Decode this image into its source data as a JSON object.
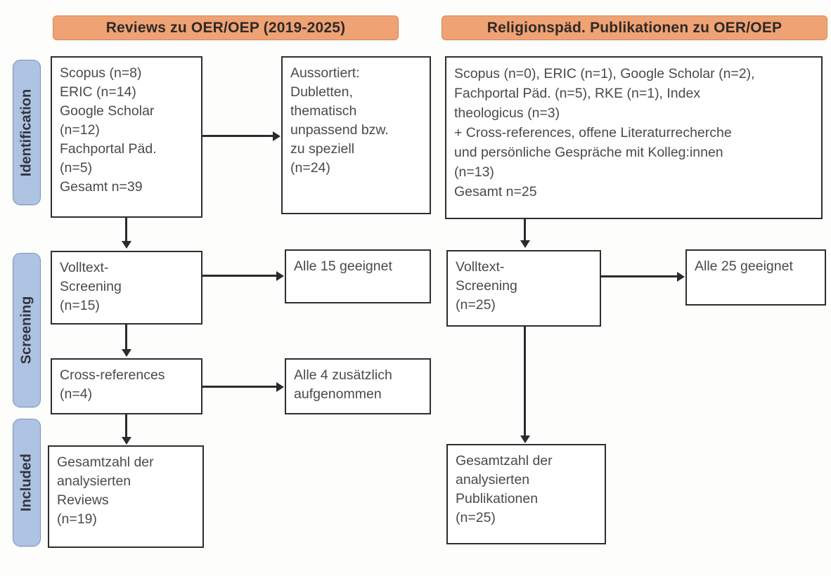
{
  "diagram": {
    "title": "PRISMA-Flussdiagramm Literaturrecherche OER/OEP",
    "colors": {
      "banner_fill": "#efa273",
      "banner_border": "#d98951",
      "pill_fill": "#aec2e2",
      "pill_border": "#7d93bd",
      "box_border": "#2e2e2e",
      "box_fill": "#ffffff",
      "text": "#4a4a4a",
      "connector": "#2b2b2b"
    }
  },
  "banners": {
    "left": "Reviews zu OER/OEP (2019-2025)",
    "right": "Religionspäd. Publikationen zu OER/OEP"
  },
  "stages": {
    "identification": "Identification",
    "screening": "Screening",
    "included": "Included"
  },
  "left_column": {
    "sources": "Scopus (n=8)\nERIC (n=14)\nGoogle Scholar\n(n=12)\nFachportal Päd.\n(n=5)\nGesamt n=39",
    "excluded": "Aussortiert:\nDubletten,\nthematisch\nunpassend bzw.\nzu speziell\n(n=24)",
    "fulltext": "Volltext-\nScreening\n(n=15)",
    "all_suitable": "Alle 15 geeignet",
    "crossrefs": "Cross-references\n(n=4)",
    "crossrefs_added": "Alle 4 zusätzlich\naufgenommen",
    "included": "Gesamtzahl der\nanalysierten\nReviews\n(n=19)"
  },
  "right_column": {
    "sources": "Scopus (n=0), ERIC (n=1), Google Scholar (n=2),\nFachportal Päd. (n=5), RKE (n=1), Index\ntheologicus (n=3)\n+ Cross-references, offene Literaturrecherche\nund persönliche Gespräche mit Kolleg:innen\n(n=13)\nGesamt n=25",
    "fulltext": "Volltext-\nScreening\n(n=25)",
    "all_suitable": "Alle 25 geeignet",
    "included": "Gesamtzahl der\nanalysierten\nPublikationen\n(n=25)"
  },
  "counts": {
    "left_scopus": 8,
    "left_eric": 14,
    "left_google_scholar": 12,
    "left_fachportal": 5,
    "left_total": 39,
    "left_excluded": 24,
    "left_fulltext": 15,
    "left_crossrefs": 4,
    "left_included": 19,
    "right_scopus": 0,
    "right_eric": 1,
    "right_google_scholar": 2,
    "right_fachportal": 5,
    "right_rke": 1,
    "right_index_theologicus": 3,
    "right_additional": 13,
    "right_total": 25,
    "right_fulltext": 25,
    "right_included": 25
  }
}
